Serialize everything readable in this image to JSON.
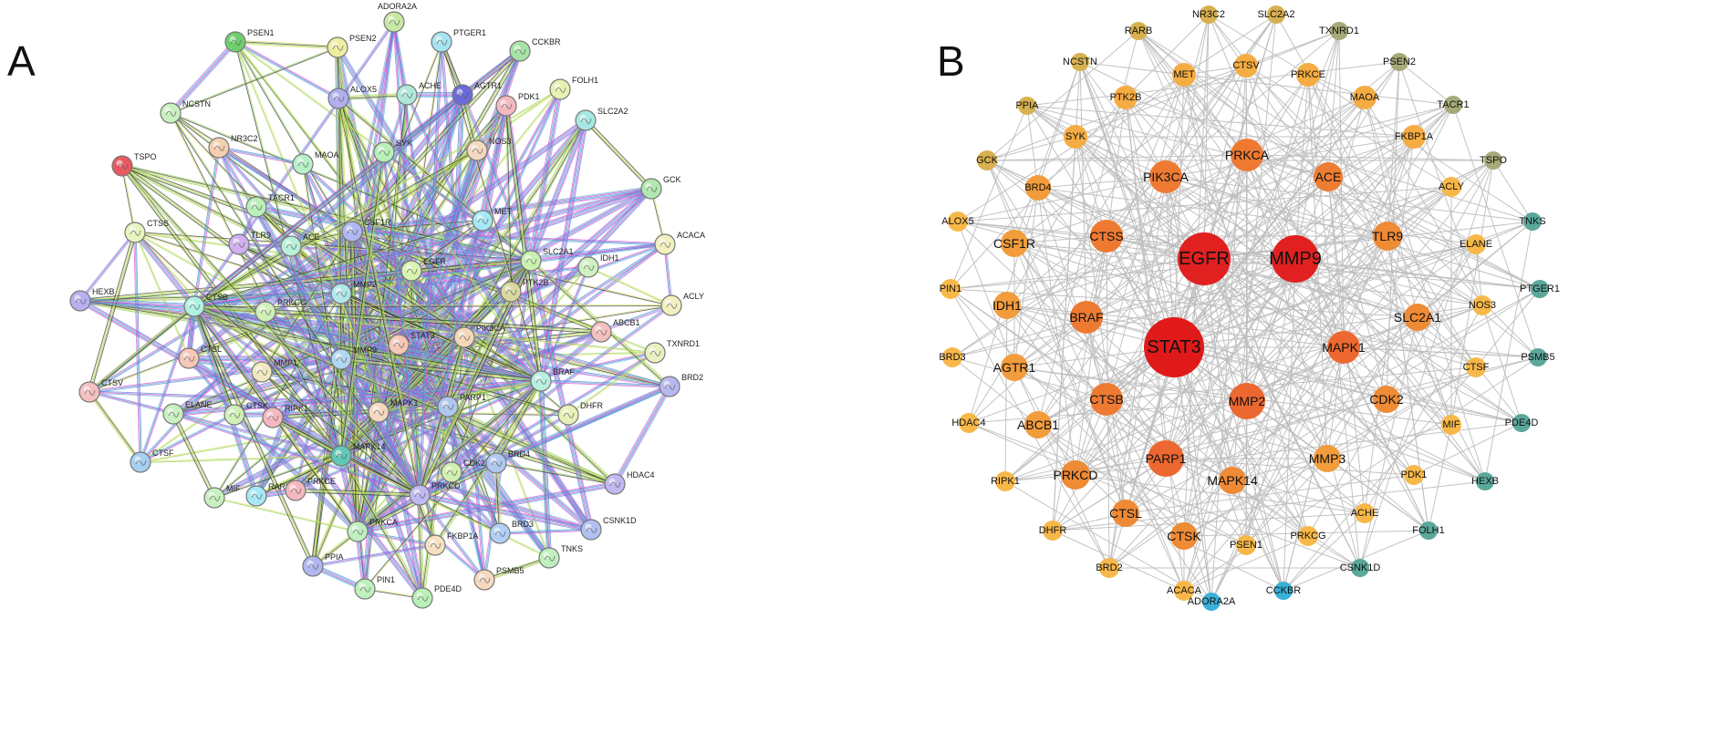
{
  "panel_a": {
    "letter": "A",
    "edge_colors": [
      "#3a3a3a",
      "#d94fd4",
      "#8fd14f",
      "#4f7fd9",
      "#d9e06a",
      "#60b0d0"
    ],
    "nodes": [
      {
        "label": "PSEN1",
        "color": "#6fcf6f"
      },
      {
        "label": "PSEN2",
        "color": "#eeeea0"
      },
      {
        "label": "ADORA2A",
        "color": "#c9e8a6"
      },
      {
        "label": "PTGER1",
        "color": "#a6e3f0"
      },
      {
        "label": "CCKBR",
        "color": "#a6e3a6"
      },
      {
        "label": "ALOX5",
        "color": "#b0b0f0"
      },
      {
        "label": "ACHE",
        "color": "#b0e8d8"
      },
      {
        "label": "AGTR1",
        "color": "#6a6ad8"
      },
      {
        "label": "PDK1",
        "color": "#f5b8c0"
      },
      {
        "label": "FOLH1",
        "color": "#e8f0b0"
      },
      {
        "label": "NCSTN",
        "color": "#c9f0c0"
      },
      {
        "label": "SLC2A2",
        "color": "#a6e8e0"
      },
      {
        "label": "NR3C2",
        "color": "#f5d0b0"
      },
      {
        "label": "SYK",
        "color": "#b8f0b8"
      },
      {
        "label": "NOS3",
        "color": "#f5d8c0"
      },
      {
        "label": "TSPO",
        "color": "#e85a60"
      },
      {
        "label": "MAOA",
        "color": "#b8f0c8"
      },
      {
        "label": "GCK",
        "color": "#b0e8b0"
      },
      {
        "label": "TACR1",
        "color": "#b8f0b8"
      },
      {
        "label": "MET",
        "color": "#a6e8f5"
      },
      {
        "label": "CTSS",
        "color": "#e8f5c0"
      },
      {
        "label": "CSF1R",
        "color": "#b0b8f0"
      },
      {
        "label": "ACACA",
        "color": "#f0f0c0"
      },
      {
        "label": "TLR9",
        "color": "#d0b0f0"
      },
      {
        "label": "ACE",
        "color": "#b8f0d8"
      },
      {
        "label": "SLC2A1",
        "color": "#c9f0b0"
      },
      {
        "label": "IDH1",
        "color": "#d0f0c0"
      },
      {
        "label": "EGFR",
        "color": "#d8f5b0"
      },
      {
        "label": "HEXB",
        "color": "#b8b0f0"
      },
      {
        "label": "ACLY",
        "color": "#f0f0c0"
      },
      {
        "label": "PTK2B",
        "color": "#d8d8a0"
      },
      {
        "label": "CTSB",
        "color": "#b0f0e0"
      },
      {
        "label": "PRKCG",
        "color": "#d0f0b8"
      },
      {
        "label": "MMP2",
        "color": "#b0e8e8"
      },
      {
        "label": "ABCB1",
        "color": "#f5c0c0"
      },
      {
        "label": "PIK3CA",
        "color": "#f5d8b8"
      },
      {
        "label": "STAT3",
        "color": "#f5c8b8"
      },
      {
        "label": "CTSL",
        "color": "#f5c8b8"
      },
      {
        "label": "MMP9",
        "color": "#b0d8f0"
      },
      {
        "label": "TXNRD1",
        "color": "#e8f0c0"
      },
      {
        "label": "MMP1",
        "color": "#f0e8c0"
      },
      {
        "label": "BRAF",
        "color": "#b8f0e0"
      },
      {
        "label": "CTSV",
        "color": "#f5c0c0"
      },
      {
        "label": "ELANE",
        "color": "#c9f0c0"
      },
      {
        "label": "CTSK",
        "color": "#d0f0b8"
      },
      {
        "label": "RIPK1",
        "color": "#f5b8c0"
      },
      {
        "label": "MAPK1",
        "color": "#f5d8c0"
      },
      {
        "label": "PARP1",
        "color": "#b0c8f0"
      },
      {
        "label": "BRD2",
        "color": "#b8b8f0"
      },
      {
        "label": "DHFR",
        "color": "#e8f0b8"
      },
      {
        "label": "MAPK14",
        "color": "#60c8b8"
      },
      {
        "label": "BRD4",
        "color": "#b0c8f0"
      },
      {
        "label": "CTSF",
        "color": "#a6d0f0"
      },
      {
        "label": "CDK2",
        "color": "#d0f0b0"
      },
      {
        "label": "HDAC4",
        "color": "#c0b8f0"
      },
      {
        "label": "PRKCD",
        "color": "#c0b8f0"
      },
      {
        "label": "MIF",
        "color": "#c9f0c0"
      },
      {
        "label": "RARB",
        "color": "#a6e8f5"
      },
      {
        "label": "PRKCE",
        "color": "#f5b8c0"
      },
      {
        "label": "PRKCA",
        "color": "#c0f0c0"
      },
      {
        "label": "CSNK1D",
        "color": "#b0c0f0"
      },
      {
        "label": "FKBP1A",
        "color": "#f5e0c0"
      },
      {
        "label": "BRD3",
        "color": "#b0d0f5"
      },
      {
        "label": "TNKS",
        "color": "#c0f0c0"
      },
      {
        "label": "PPIA",
        "color": "#b0b8f0"
      },
      {
        "label": "PSMB5",
        "color": "#f5d8c0"
      },
      {
        "label": "PIN1",
        "color": "#c0f0c0"
      },
      {
        "label": "PDE4D",
        "color": "#b8f0b8"
      }
    ]
  },
  "panel_b": {
    "letter": "B",
    "edge_color": "#bcbcbc",
    "nodes": [
      {
        "label": "EGFR",
        "color": "#e12020"
      },
      {
        "label": "MMP9",
        "color": "#e12020"
      },
      {
        "label": "STAT3",
        "color": "#e01a1a"
      },
      {
        "label": "PIK3CA",
        "color": "#ee7a32"
      },
      {
        "label": "PRKCA",
        "color": "#ee7a32"
      },
      {
        "label": "ACE",
        "color": "#ee7d33"
      },
      {
        "label": "CTSS",
        "color": "#ee7a32"
      },
      {
        "label": "TLR9",
        "color": "#ef8a35"
      },
      {
        "label": "BRAF",
        "color": "#ee7a32"
      },
      {
        "label": "MAPK1",
        "color": "#ec6830"
      },
      {
        "label": "CTSB",
        "color": "#ee7a32"
      },
      {
        "label": "MMP2",
        "color": "#ec6830"
      },
      {
        "label": "PARP1",
        "color": "#ec6830"
      },
      {
        "label": "SLC2A1",
        "color": "#ef8a35"
      },
      {
        "label": "CSF1R",
        "color": "#f29c3c"
      },
      {
        "label": "IDH1",
        "color": "#f29c3c"
      },
      {
        "label": "AGTR1",
        "color": "#f29c3c"
      },
      {
        "label": "ABCB1",
        "color": "#f29c3c"
      },
      {
        "label": "PRKCD",
        "color": "#ef8a35"
      },
      {
        "label": "MAPK14",
        "color": "#ef8a35"
      },
      {
        "label": "MMP3",
        "color": "#f29c3c"
      },
      {
        "label": "CDK2",
        "color": "#ef8a35"
      },
      {
        "label": "CTSL",
        "color": "#ef8a35"
      },
      {
        "label": "CTSK",
        "color": "#ef8a35"
      },
      {
        "label": "BRD4",
        "color": "#f29c3c"
      },
      {
        "label": "SYK",
        "color": "#f5ac42"
      },
      {
        "label": "PTK2B",
        "color": "#f5ac42"
      },
      {
        "label": "MET",
        "color": "#f5ac42"
      },
      {
        "label": "CTSV",
        "color": "#f5ac42"
      },
      {
        "label": "PRKCE",
        "color": "#f5ac42"
      },
      {
        "label": "MAOA",
        "color": "#f5ac42"
      },
      {
        "label": "FKBP1A",
        "color": "#f5ac42"
      },
      {
        "label": "ACLY",
        "color": "#f7b849"
      },
      {
        "label": "ELANE",
        "color": "#f7b849"
      },
      {
        "label": "NOS3",
        "color": "#f7b849"
      },
      {
        "label": "CTSF",
        "color": "#f7b849"
      },
      {
        "label": "MIF",
        "color": "#f7b849"
      },
      {
        "label": "PDK1",
        "color": "#f7b849"
      },
      {
        "label": "ACHE",
        "color": "#f7b849"
      },
      {
        "label": "PRKCG",
        "color": "#f7b849"
      },
      {
        "label": "PSEN1",
        "color": "#f7b849"
      },
      {
        "label": "ACACA",
        "color": "#f7b849"
      },
      {
        "label": "BRD2",
        "color": "#f7b849"
      },
      {
        "label": "DHFR",
        "color": "#f7b849"
      },
      {
        "label": "RIPK1",
        "color": "#f7b849"
      },
      {
        "label": "HDAC4",
        "color": "#f7b849"
      },
      {
        "label": "BRD3",
        "color": "#f7b849"
      },
      {
        "label": "PIN1",
        "color": "#f7b849"
      },
      {
        "label": "ALOX5",
        "color": "#f7b849"
      },
      {
        "label": "GCK",
        "color": "#d7b050"
      },
      {
        "label": "PPIA",
        "color": "#d7b050"
      },
      {
        "label": "NCSTN",
        "color": "#d7b050"
      },
      {
        "label": "RARB",
        "color": "#d7b050"
      },
      {
        "label": "NR3C2",
        "color": "#d7b050"
      },
      {
        "label": "SLC2A2",
        "color": "#d7b050"
      },
      {
        "label": "TXNRD1",
        "color": "#a6aa78"
      },
      {
        "label": "PSEN2",
        "color": "#a6aa78"
      },
      {
        "label": "TACR1",
        "color": "#a6aa78"
      },
      {
        "label": "TSPO",
        "color": "#a6aa78"
      },
      {
        "label": "TNKS",
        "color": "#5aa89a"
      },
      {
        "label": "PTGER1",
        "color": "#5aa89a"
      },
      {
        "label": "PSMB5",
        "color": "#5aa89a"
      },
      {
        "label": "PDE4D",
        "color": "#5aa89a"
      },
      {
        "label": "HEXB",
        "color": "#5aa89a"
      },
      {
        "label": "FOLH1",
        "color": "#5aa89a"
      },
      {
        "label": "CSNK1D",
        "color": "#5aa89a"
      },
      {
        "label": "CCKBR",
        "color": "#3ab0d8"
      },
      {
        "label": "ADORA2A",
        "color": "#3ab0d8"
      }
    ]
  }
}
